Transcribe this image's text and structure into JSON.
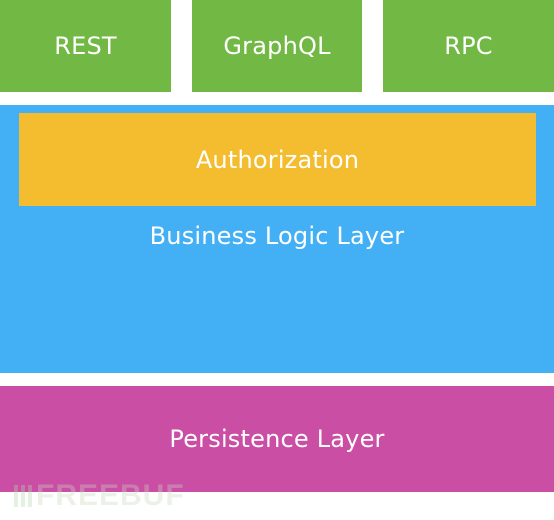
{
  "api_layer": {
    "items": [
      {
        "label": "REST"
      },
      {
        "label": "GraphQL"
      },
      {
        "label": "RPC"
      }
    ]
  },
  "business_layer": {
    "label": "Business Logic Layer",
    "authorization_label": "Authorization"
  },
  "persistence_layer": {
    "label": "Persistence Layer"
  },
  "watermark": {
    "text": "FREEBUF"
  },
  "colors": {
    "api": "#72b845",
    "business": "#43aff5",
    "authorization": "#f4bd2f",
    "persistence": "#cb4ea5"
  }
}
